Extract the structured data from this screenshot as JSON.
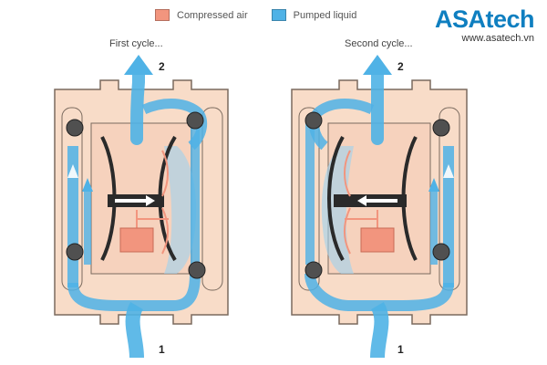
{
  "legend": {
    "compressed_air": {
      "label": "Compressed air",
      "color": "#f2957e"
    },
    "pumped_liquid": {
      "label": "Pumped liquid",
      "color": "#4fb2e6"
    }
  },
  "logo": {
    "name": "ASAtech",
    "url": "www.asatech.vn"
  },
  "cycles": [
    {
      "label": "First cycle...",
      "outlet_number": "2",
      "inlet_number": "1"
    },
    {
      "label": "Second cycle...",
      "outlet_number": "2",
      "inlet_number": "1"
    }
  ],
  "colors": {
    "housing": "#f8dcc8",
    "housing_outline": "#7a6a5e",
    "liquid": "#4fb2e6",
    "air": "#f2957e",
    "diaphragm": "#2a2a2a",
    "ball": "#505050"
  }
}
